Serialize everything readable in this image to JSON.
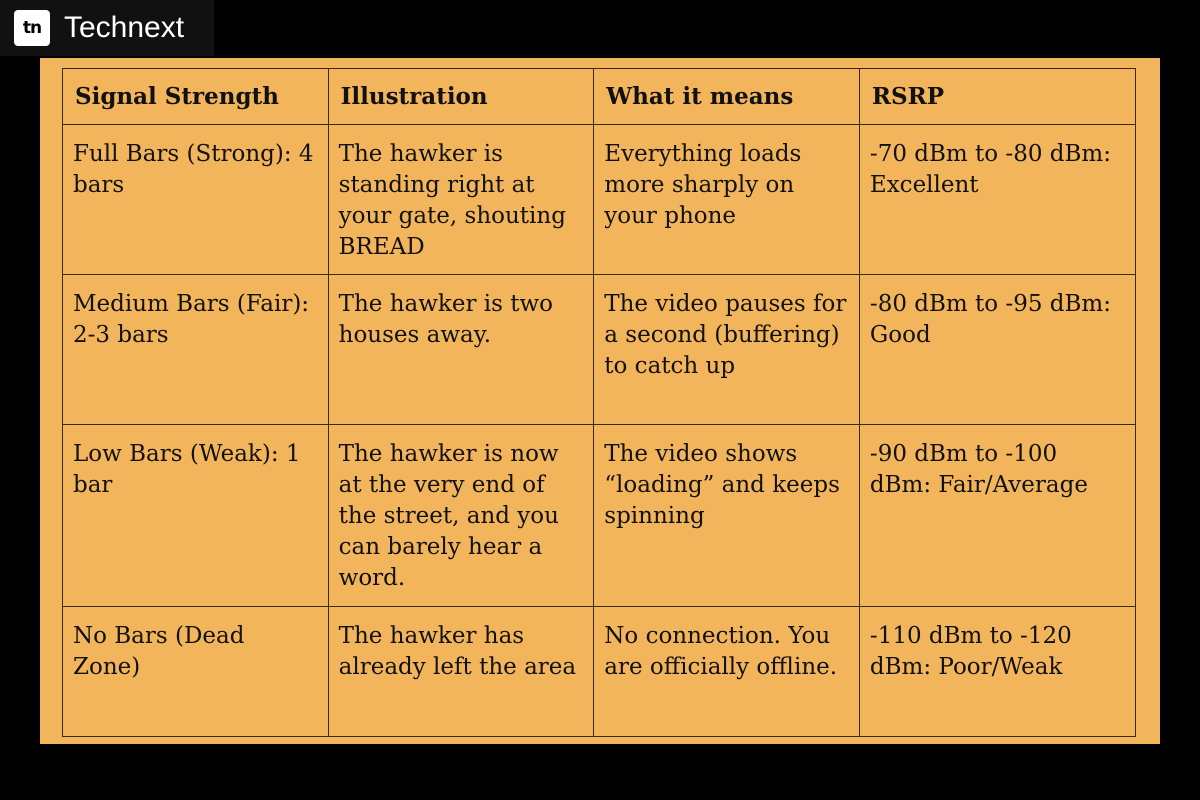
{
  "brand": {
    "logo_text": "tn",
    "name": "Technext"
  },
  "table": {
    "headers": [
      "Signal Strength",
      "Illustration",
      "What it means",
      "RSRP"
    ],
    "rows": [
      {
        "signal_strength": "Full Bars (Strong): 4 bars",
        "illustration": "The hawker is standing right at your gate, shouting BREAD",
        "meaning": "Everything loads more sharply on your phone",
        "rsrp": "-70 dBm to -80 dBm: Excellent"
      },
      {
        "signal_strength": "Medium Bars (Fair): 2-3 bars",
        "illustration": "The hawker is two houses away.",
        "meaning": "The video pauses for a second (buffering) to catch up",
        "rsrp": "-80 dBm to -95 dBm: Good"
      },
      {
        "signal_strength": "Low Bars (Weak): 1 bar",
        "illustration": "The hawker is now at the very end of the street, and you can barely hear a word.",
        "meaning": "The video shows “loading” and keeps spinning",
        "rsrp": "-90 dBm to -100 dBm: Fair/Average"
      },
      {
        "signal_strength": "No Bars (Dead Zone)",
        "illustration": "The hawker has already left the area",
        "meaning": "No connection. You are officially offline.",
        "rsrp": "-110 dBm to -120 dBm: Poor/Weak"
      }
    ]
  },
  "colors": {
    "background": "#000000",
    "card": "#f2b55c",
    "border": "#3b2a10",
    "text": "#111111"
  }
}
